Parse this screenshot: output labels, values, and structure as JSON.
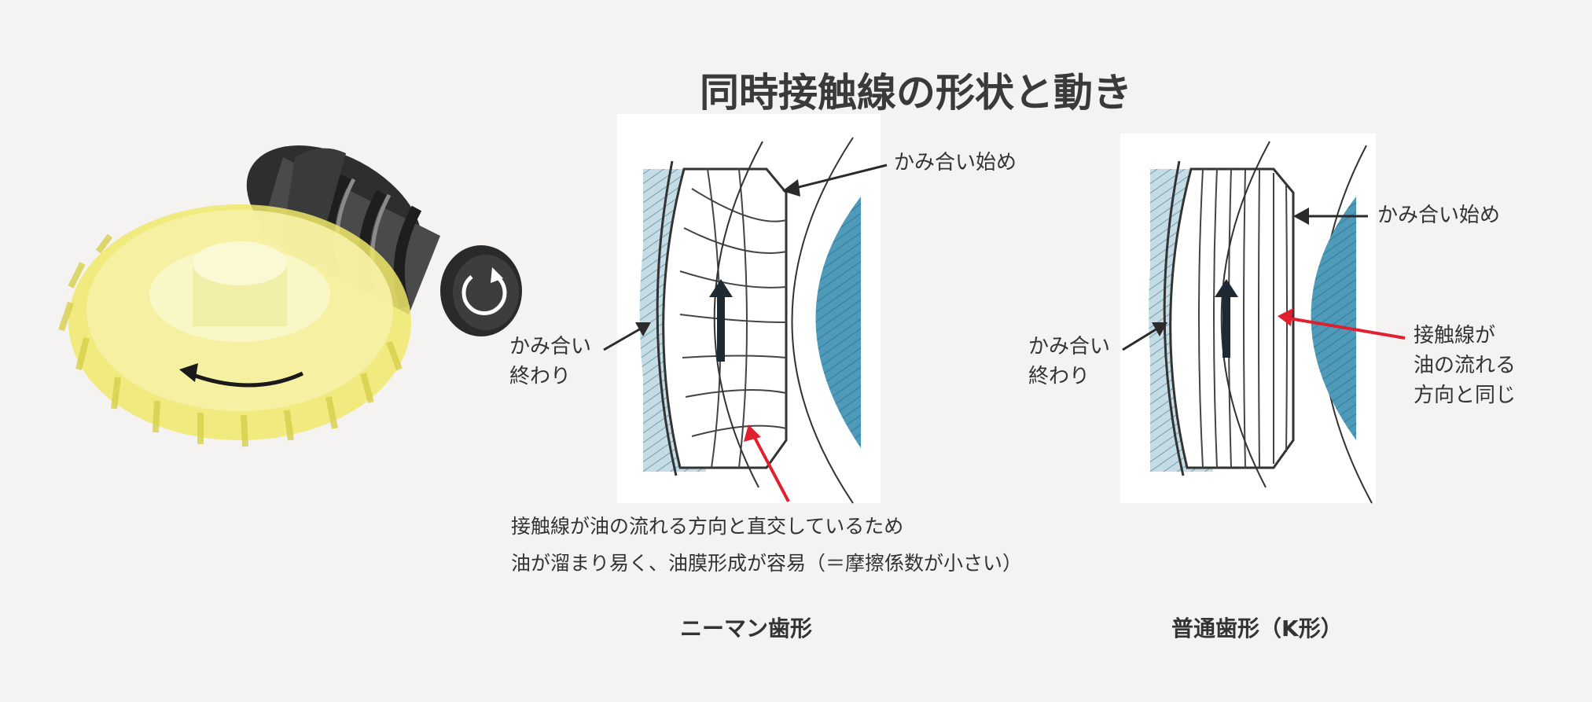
{
  "title": "同時接触線の形状と動き",
  "left_diagram": {
    "name": "ニーマン歯形",
    "label_start": "かみ合い始め",
    "label_end_line1": "かみ合い",
    "label_end_line2": "終わり",
    "caption_line1": "接触線が油の流れる方向と直交しているため",
    "caption_line2": "油が溜まり易く、油膜形成が容易（＝摩擦係数が小さい）"
  },
  "right_diagram": {
    "name": "普通歯形（K形）",
    "label_start": "かみ合い始め",
    "label_end_line1": "かみ合い",
    "label_end_line2": "終わり",
    "contact_line1": "接触線が",
    "contact_line2": "油の流れる",
    "contact_line3": "方向と同じ"
  },
  "colors": {
    "background": "#f4f3f2",
    "gear_yellow": "#f2ec8a",
    "worm_dark": "#3c3c3c",
    "hatch_light": "#a9c8d3",
    "hatch_blue": "#4e9ab8",
    "arrow_red": "#e0202e",
    "arrow_dark": "#2b2b2b"
  }
}
